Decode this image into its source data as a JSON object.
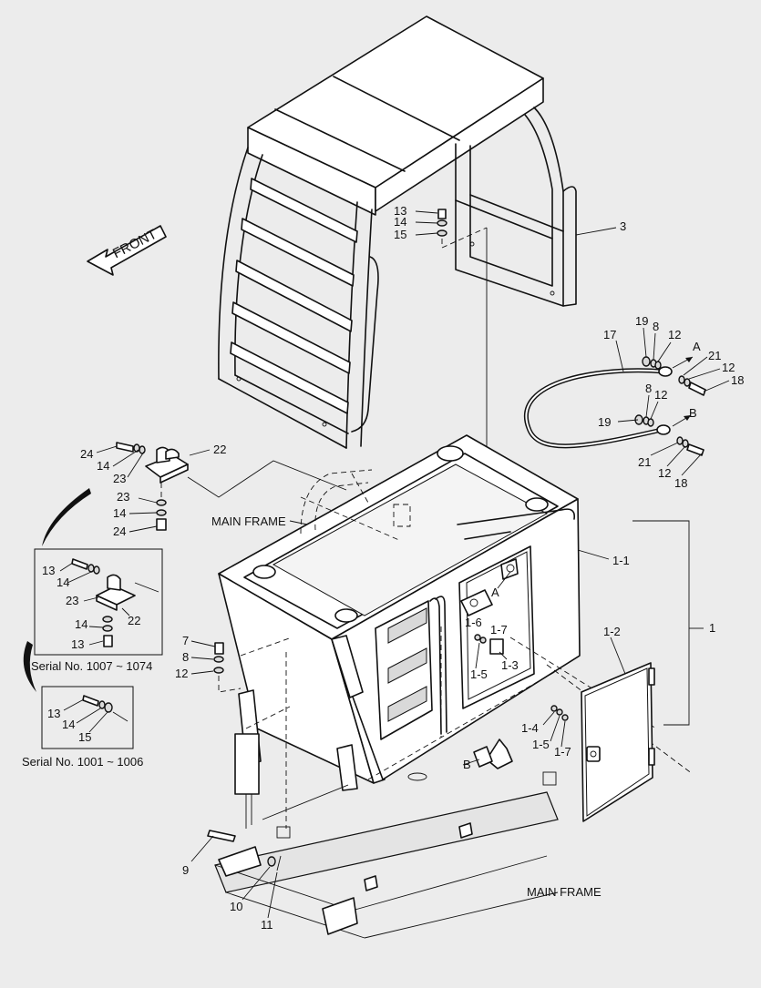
{
  "front_label": "FRONT",
  "callouts": {
    "c13": "13",
    "c14": "14",
    "c15": "15",
    "c3": "3",
    "c17": "17",
    "c19a": "19",
    "c8a": "8",
    "c12a": "12",
    "cA1": "A",
    "c21a": "21",
    "c12b": "12",
    "c18a": "18",
    "c8b": "8",
    "c12c": "12",
    "c19b": "19",
    "cB1": "B",
    "c21b": "21",
    "c12d": "12",
    "c18b": "18",
    "c24a": "24",
    "c14a": "14",
    "c23a": "23",
    "c22a": "22",
    "c23b": "23",
    "c14b": "14",
    "c24b": "24",
    "c1_1": "1-1",
    "c1": "1",
    "c1_2": "1-2",
    "cA2": "A",
    "c1_6": "1-6",
    "c1_7a": "1-7",
    "c1_5a": "1-5",
    "c1_3": "1-3",
    "c1_4": "1-4",
    "c1_5b": "1-5",
    "c1_7b": "1-7",
    "c7": "7",
    "c8c": "8",
    "c12e": "12",
    "cB2": "B",
    "c9": "9",
    "c10": "10",
    "c11": "11"
  },
  "main_frame_labels": {
    "upper": "MAIN FRAME",
    "lower": "MAIN FRAME"
  },
  "inset_1007": {
    "callouts": {
      "i13a": "13",
      "i14a": "14",
      "i23": "23",
      "i22": "22",
      "i14b": "14",
      "i13b": "13"
    },
    "serial": "Serial No. 1007 ~ 1074"
  },
  "inset_1001": {
    "callouts": {
      "j13": "13",
      "j14": "14",
      "j15": "15"
    },
    "serial": "Serial No. 1001 ~ 1006"
  }
}
